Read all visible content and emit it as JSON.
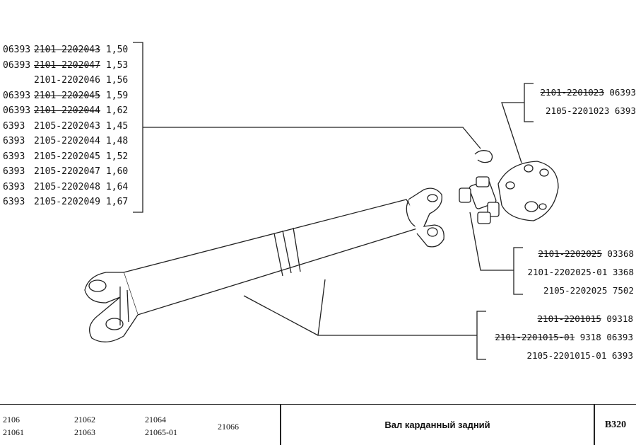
{
  "parts_list": [
    {
      "code": "06393",
      "part": "2101-2202043",
      "length": "1,50",
      "struck": true
    },
    {
      "code": "06393",
      "part": "2101-2202047",
      "length": "1,53",
      "struck": true
    },
    {
      "code": "",
      "part": "2101-2202046",
      "length": "1,56",
      "struck": false
    },
    {
      "code": "06393",
      "part": "2101-2202045",
      "length": "1,59",
      "struck": true
    },
    {
      "code": "06393",
      "part": "2101-2202044",
      "length": "1,62",
      "struck": true
    },
    {
      "code": "6393",
      "part": "2105-2202043",
      "length": "1,45",
      "struck": false
    },
    {
      "code": "6393",
      "part": "2105-2202044",
      "length": "1,48",
      "struck": false
    },
    {
      "code": "6393",
      "part": "2105-2202045",
      "length": "1,52",
      "struck": false
    },
    {
      "code": "6393",
      "part": "2105-2202047",
      "length": "1,60",
      "struck": false
    },
    {
      "code": "6393",
      "part": "2105-2202048",
      "length": "1,64",
      "struck": false
    },
    {
      "code": "6393",
      "part": "2105-2202049",
      "length": "1,67",
      "struck": false
    }
  ],
  "callout_flange": [
    {
      "part": "2101-2201023",
      "code": "06393",
      "struck": true
    },
    {
      "part": "2105-2201023",
      "code": "6393",
      "struck": false
    }
  ],
  "callout_cross": [
    {
      "part": "2101-2202025",
      "code": "03368",
      "struck": true
    },
    {
      "part": "2101-2202025-01",
      "code": "3368",
      "struck": false
    },
    {
      "part": "2105-2202025",
      "code": "7502",
      "struck": false
    }
  ],
  "callout_shaft": [
    {
      "part": "2101-2201015",
      "code": "09318",
      "struck": true
    },
    {
      "part": "2101-2201015-01",
      "code": "9318 06393",
      "struck": true
    },
    {
      "part": "2105-2201015-01",
      "code": "6393",
      "struck": false
    }
  ],
  "footer": {
    "models_col1": [
      "2106",
      "21061"
    ],
    "models_col2": [
      "21062",
      "21063"
    ],
    "models_col3": [
      "21064",
      "21065-01"
    ],
    "models_col4": "21066",
    "title": "Вал карданный задний",
    "page_code": "B320"
  }
}
